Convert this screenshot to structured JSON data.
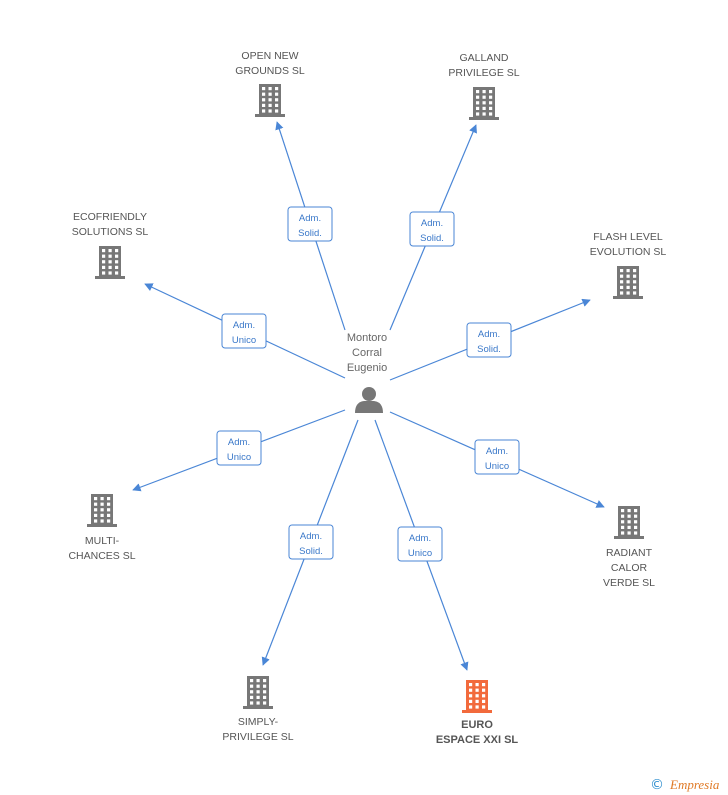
{
  "center": {
    "name_lines": [
      "Montoro",
      "Corral",
      "Eugenio"
    ],
    "icon": "person-icon"
  },
  "companies": [
    {
      "id": "open-new-grounds",
      "lines": [
        "OPEN NEW",
        "GROUNDS SL"
      ],
      "role": [
        "Adm.",
        "Solid."
      ],
      "highlight": false
    },
    {
      "id": "galland-privilege",
      "lines": [
        "GALLAND",
        "PRIVILEGE SL"
      ],
      "role": [
        "Adm.",
        "Solid."
      ],
      "highlight": false
    },
    {
      "id": "ecofriendly-solutions",
      "lines": [
        "ECOFRIENDLY",
        "SOLUTIONS SL"
      ],
      "role": [
        "Adm.",
        "Unico"
      ],
      "highlight": false
    },
    {
      "id": "flash-level-evolution",
      "lines": [
        "FLASH LEVEL",
        "EVOLUTION  SL"
      ],
      "role": [
        "Adm.",
        "Solid."
      ],
      "highlight": false
    },
    {
      "id": "multi-chances",
      "lines": [
        "MULTI-",
        "CHANCES SL"
      ],
      "role": [
        "Adm.",
        "Unico"
      ],
      "highlight": false
    },
    {
      "id": "radiant-calor-verde",
      "lines": [
        "RADIANT",
        "CALOR",
        "VERDE SL"
      ],
      "role": [
        "Adm.",
        "Unico"
      ],
      "highlight": false
    },
    {
      "id": "simply-privilege",
      "lines": [
        "SIMPLY-",
        "PRIVILEGE SL"
      ],
      "role": [
        "Adm.",
        "Solid."
      ],
      "highlight": false
    },
    {
      "id": "euro-espace-xxi",
      "lines": [
        "EURO",
        "ESPACE XXI SL"
      ],
      "role": [
        "Adm.",
        "Unico"
      ],
      "highlight": true
    }
  ],
  "colors": {
    "edge": "#4a86d6",
    "building": "#777777",
    "building_highlight": "#f26a3c",
    "person": "#777777"
  },
  "footer": {
    "copyright": "©",
    "brand": "Empresia"
  }
}
